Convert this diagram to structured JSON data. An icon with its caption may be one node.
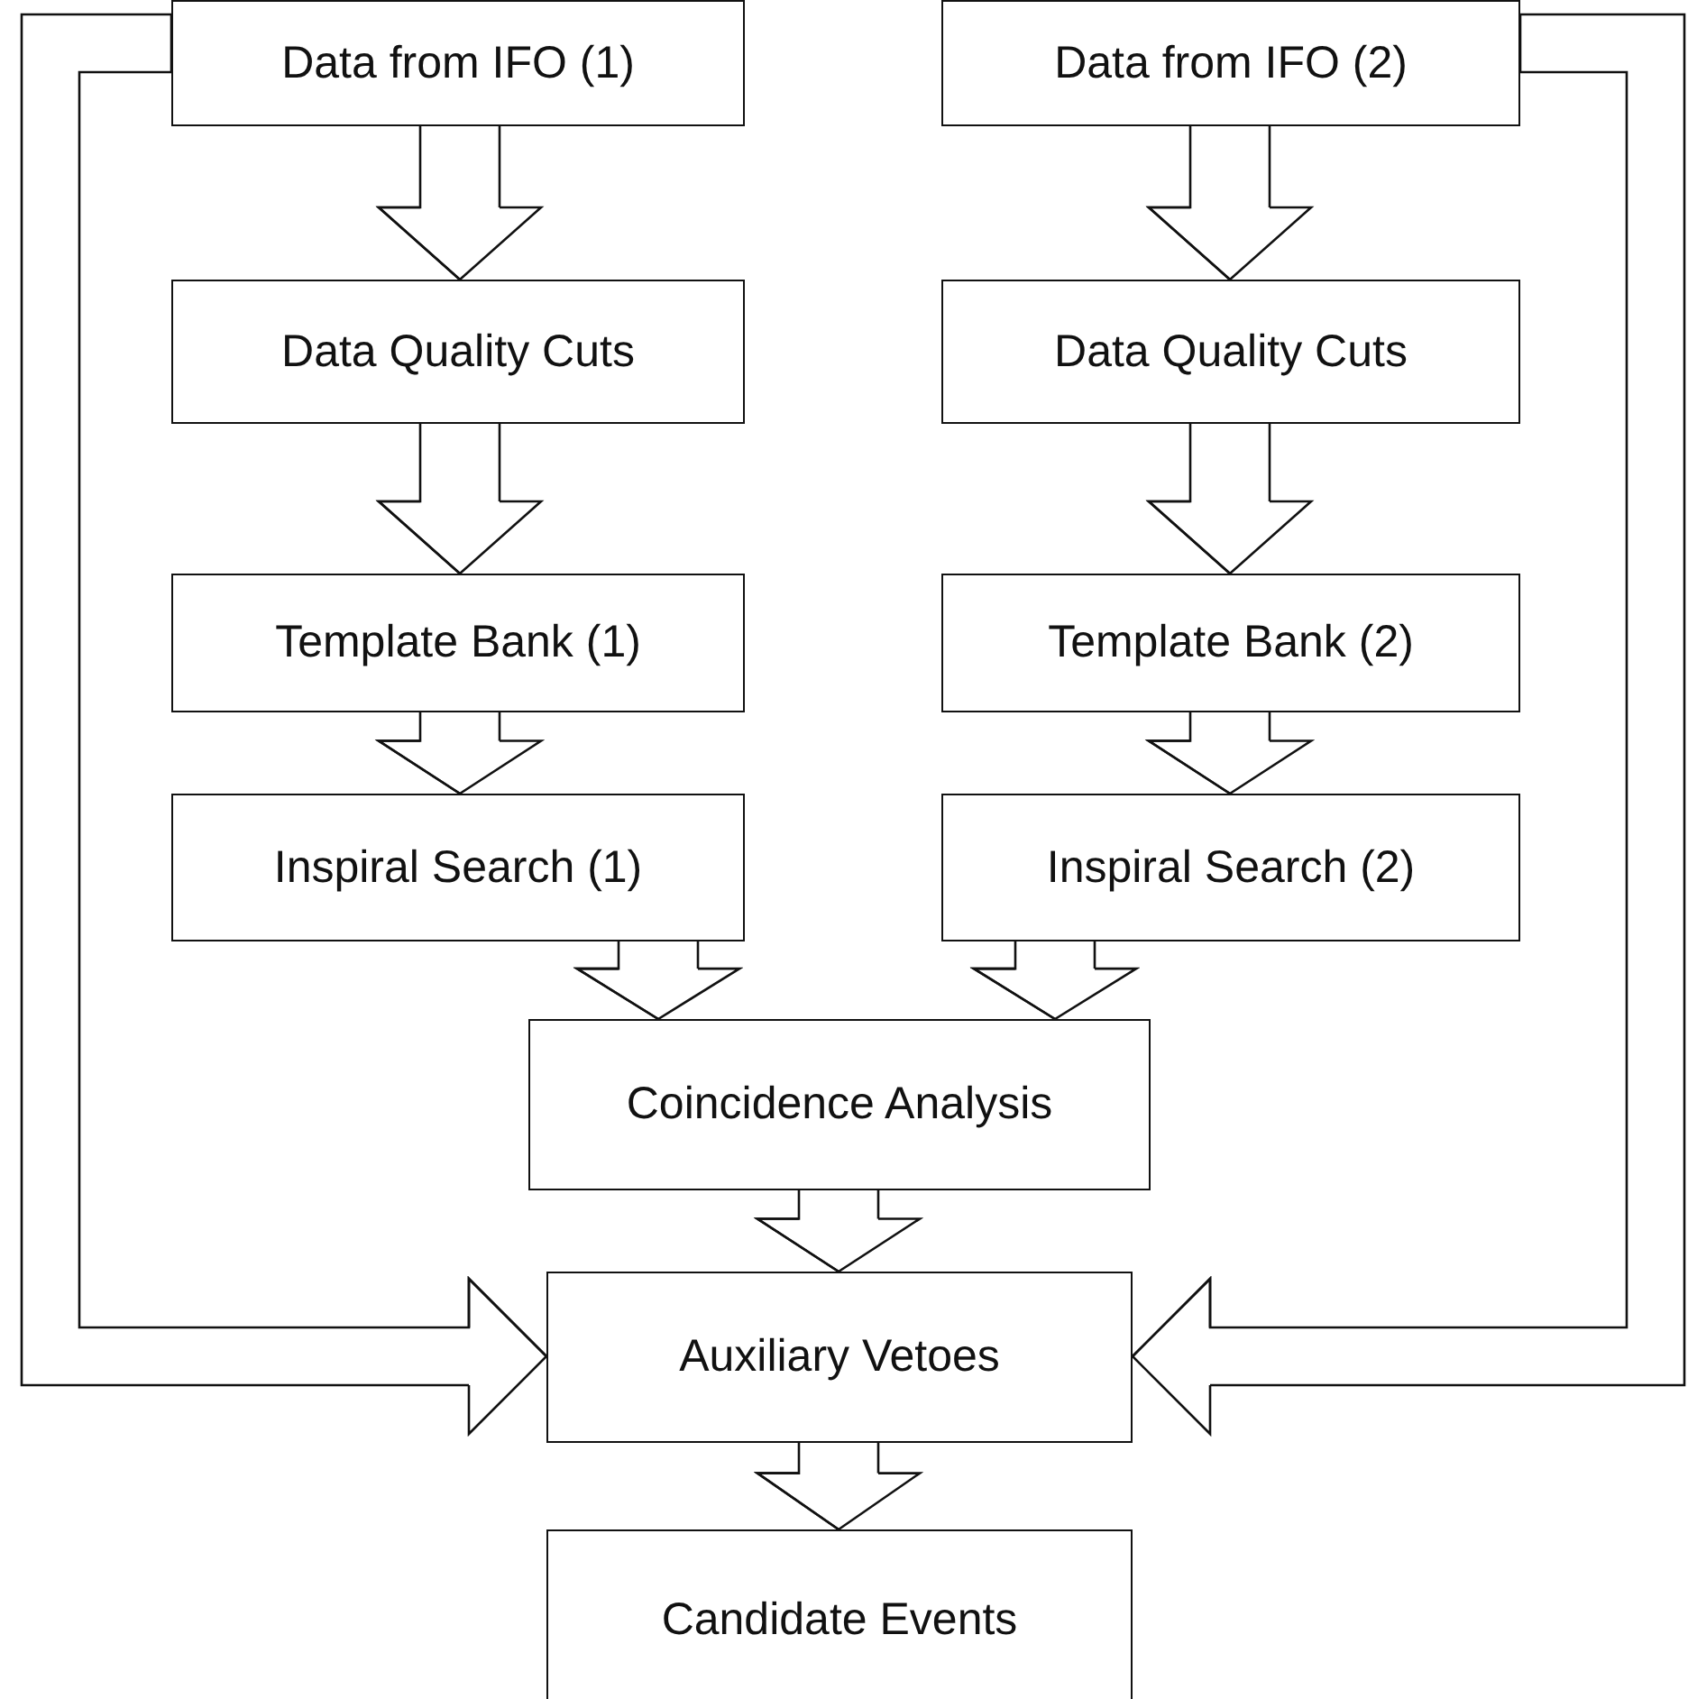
{
  "diagram": {
    "nodes": [
      {
        "text": [
          "Data from IFO (1)"
        ]
      },
      {
        "text": [
          "Data Quality Cuts"
        ]
      },
      {
        "text": [
          "Template Bank (1)"
        ]
      },
      {
        "text": [
          "Inspiral Search (1)"
        ]
      },
      {
        "text": [
          "Data from IFO (2)"
        ]
      },
      {
        "text": [
          "Data Quality Cuts"
        ]
      },
      {
        "text": [
          "Template Bank (2)"
        ]
      },
      {
        "text": [
          "Inspiral Search (2)"
        ]
      },
      {
        "text": [
          "Coincidence Analysis"
        ]
      },
      {
        "text": [
          "Auxiliary Vetoes"
        ]
      },
      {
        "text": [
          "Candidate Events"
        ]
      }
    ],
    "edges": [
      {
        "from": 0,
        "to": 1,
        "arrow": "to"
      },
      {
        "from": 1,
        "to": 2,
        "arrow": "to"
      },
      {
        "from": 2,
        "to": 3,
        "arrow": "to"
      },
      {
        "from": 4,
        "to": 5,
        "arrow": "to"
      },
      {
        "from": 5,
        "to": 6,
        "arrow": "to"
      },
      {
        "from": 6,
        "to": 7,
        "arrow": "to"
      },
      {
        "from": 3,
        "to": 8,
        "arrow": "to"
      },
      {
        "from": 7,
        "to": 8,
        "arrow": "to"
      },
      {
        "from": 8,
        "to": 9,
        "arrow": "to"
      },
      {
        "from": 9,
        "to": 10,
        "arrow": "to"
      },
      {
        "from": 0,
        "to": 9,
        "arrow": "to"
      },
      {
        "from": 4,
        "to": 9,
        "arrow": "to"
      }
    ]
  }
}
